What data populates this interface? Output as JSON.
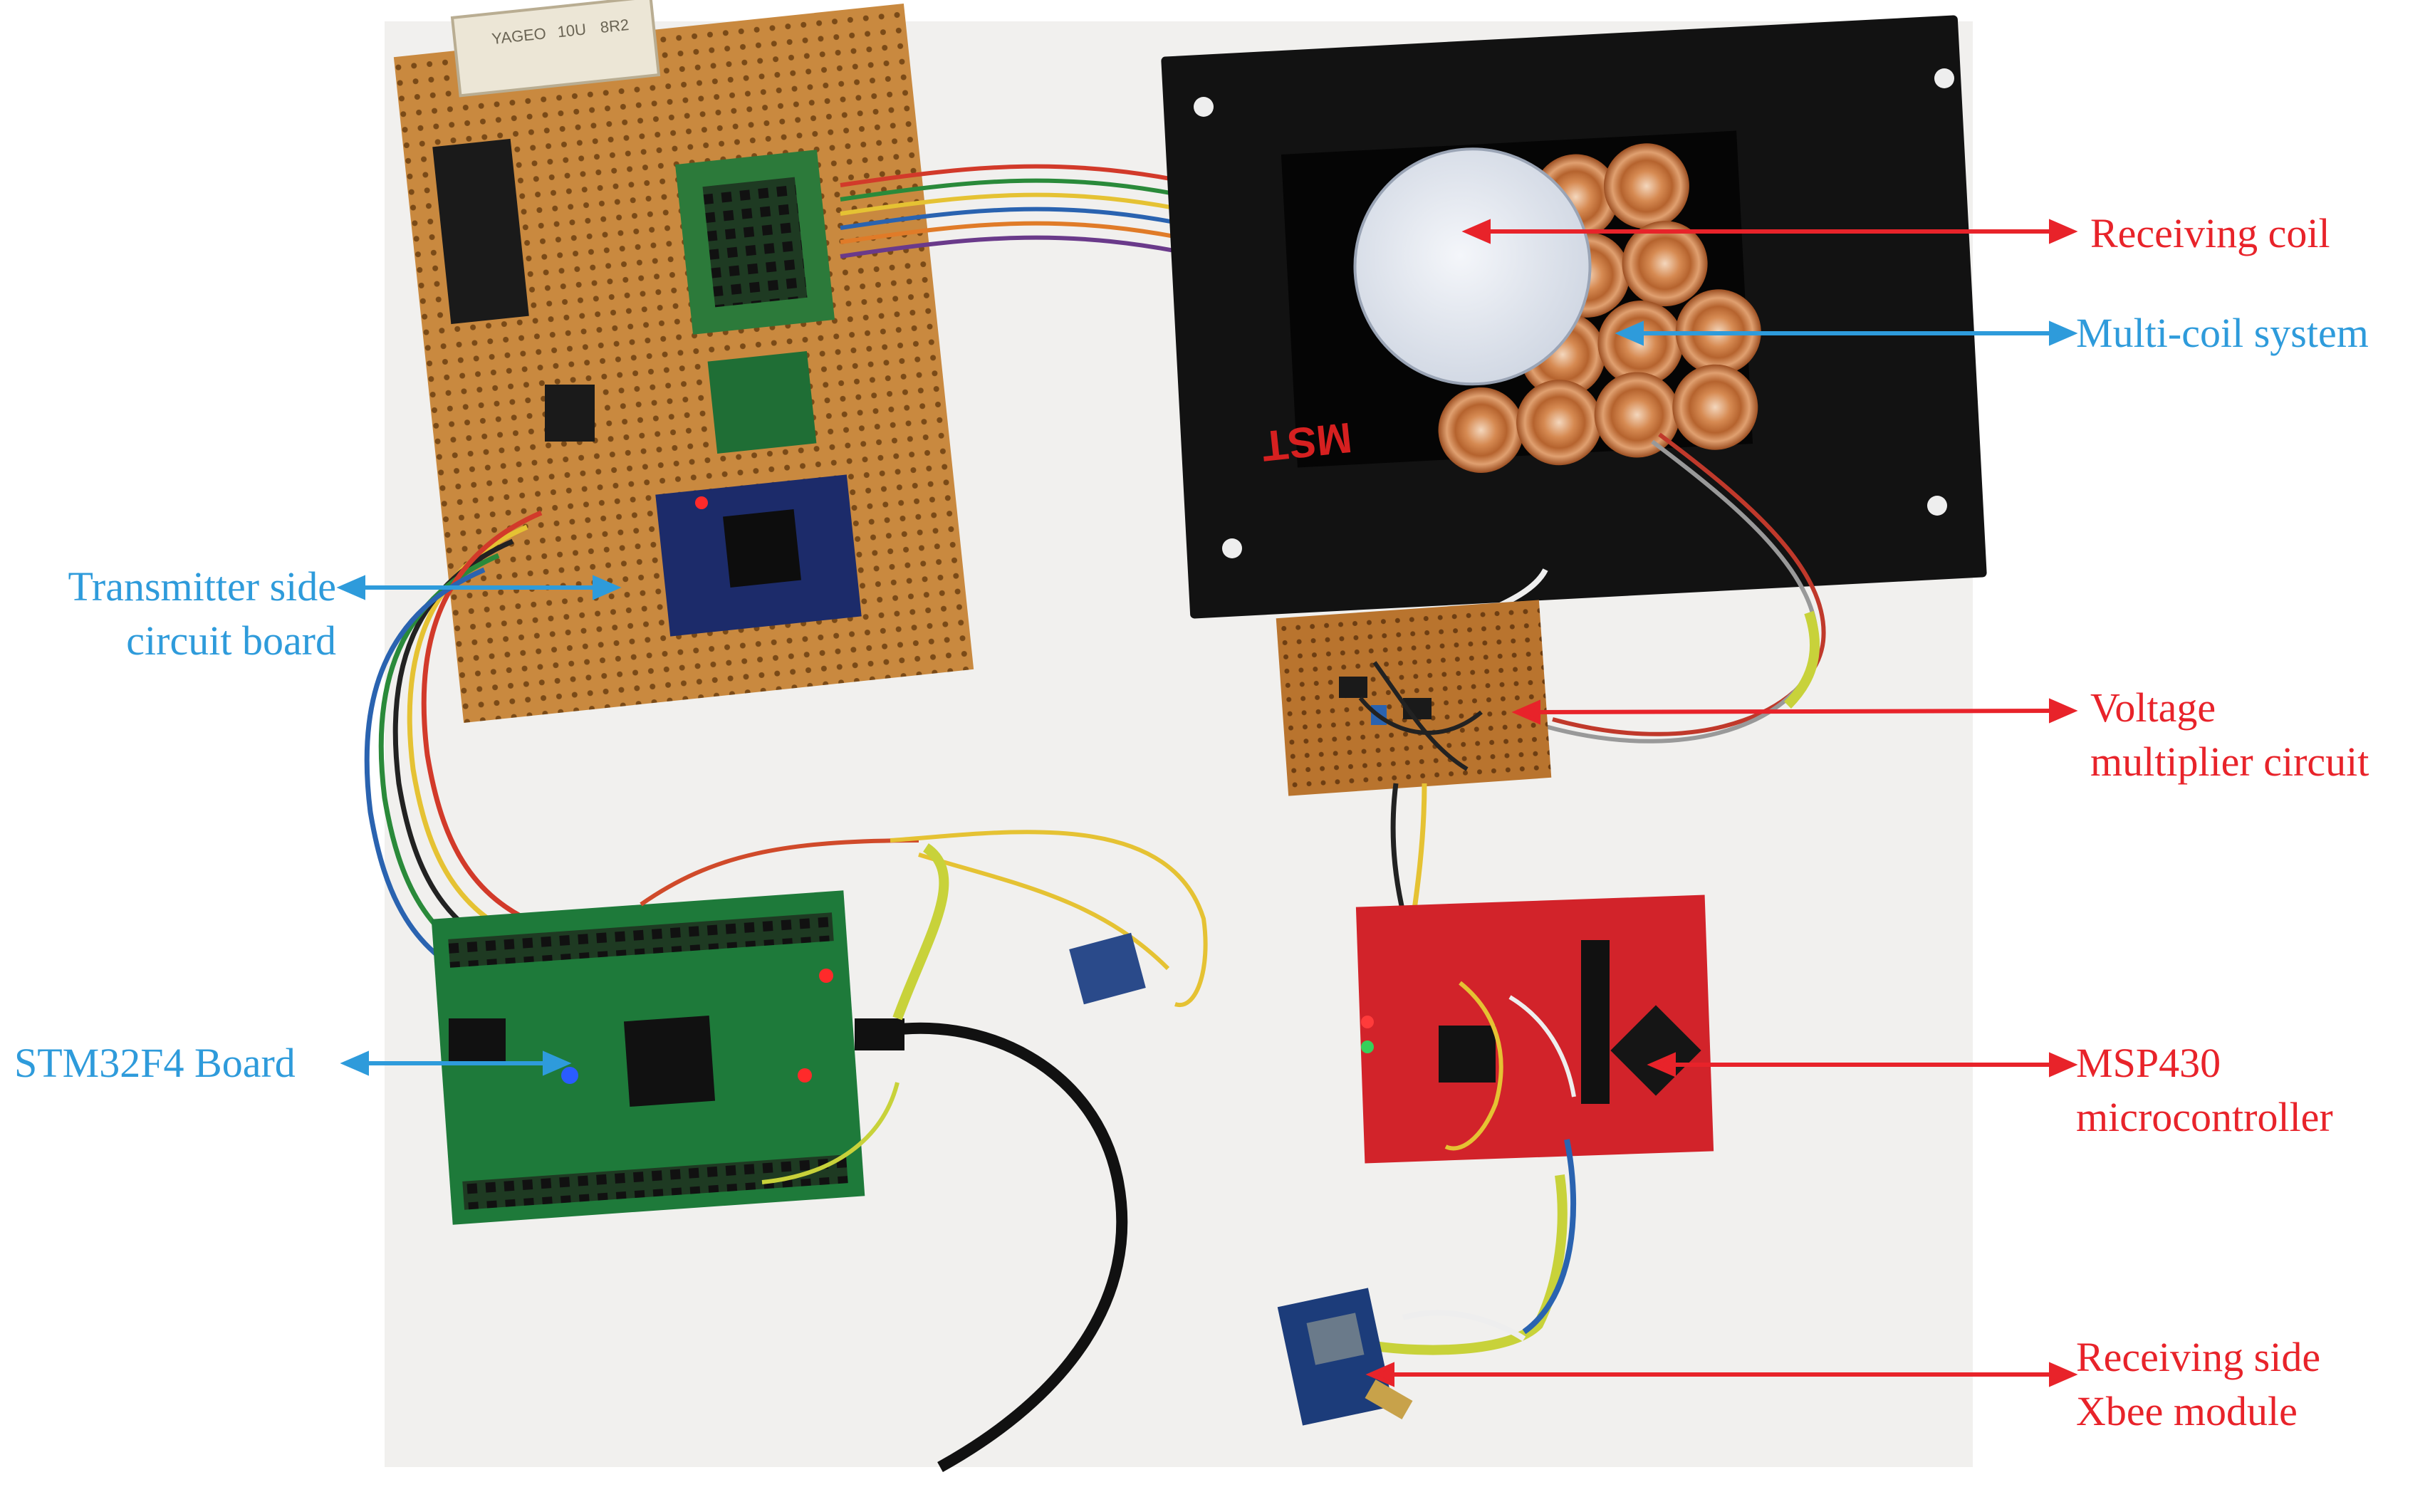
{
  "colors": {
    "blue_label": "#2E9BDB",
    "red_label": "#E8232A",
    "background": "#ffffff",
    "desk": "#f1f0ee"
  },
  "board_markings": {
    "resistor_line1": "YAGEO",
    "resistor_line2": "10U",
    "resistor_line3": "8R2",
    "coil_box_logo": "MST"
  },
  "annotations": {
    "receiving_coil": {
      "lines": [
        "Receiving coil"
      ]
    },
    "multi_coil": {
      "lines": [
        "Multi-coil system"
      ]
    },
    "transmitter": {
      "lines": [
        "Transmitter side",
        "circuit board"
      ]
    },
    "voltage_multiplier": {
      "lines": [
        "Voltage",
        "multiplier circuit"
      ]
    },
    "stm32": {
      "lines": [
        "STM32F4 Board"
      ]
    },
    "msp430": {
      "lines": [
        "MSP430",
        "microcontroller"
      ]
    },
    "xbee": {
      "lines": [
        "Receiving side",
        "Xbee module"
      ]
    }
  }
}
